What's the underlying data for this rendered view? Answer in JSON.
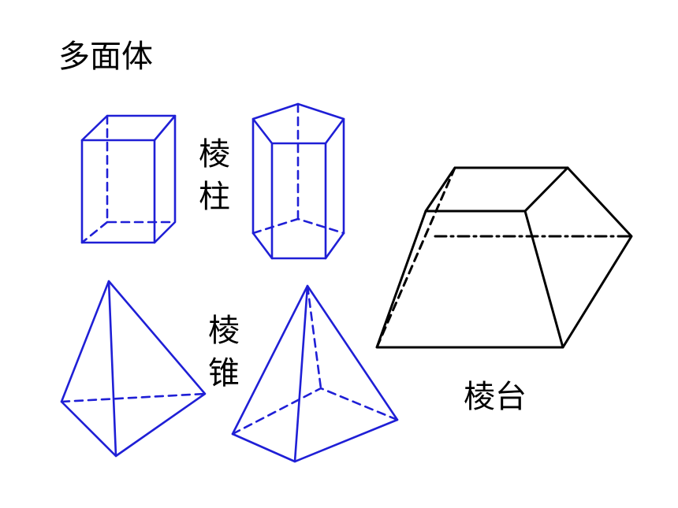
{
  "title": "多面体",
  "labels": {
    "prism": [
      "棱",
      "柱"
    ],
    "pyramid": [
      "棱",
      "锥"
    ],
    "frustum": "棱台"
  },
  "colors": {
    "shape_blue": "#1f1fd6",
    "shape_black": "#000000"
  }
}
